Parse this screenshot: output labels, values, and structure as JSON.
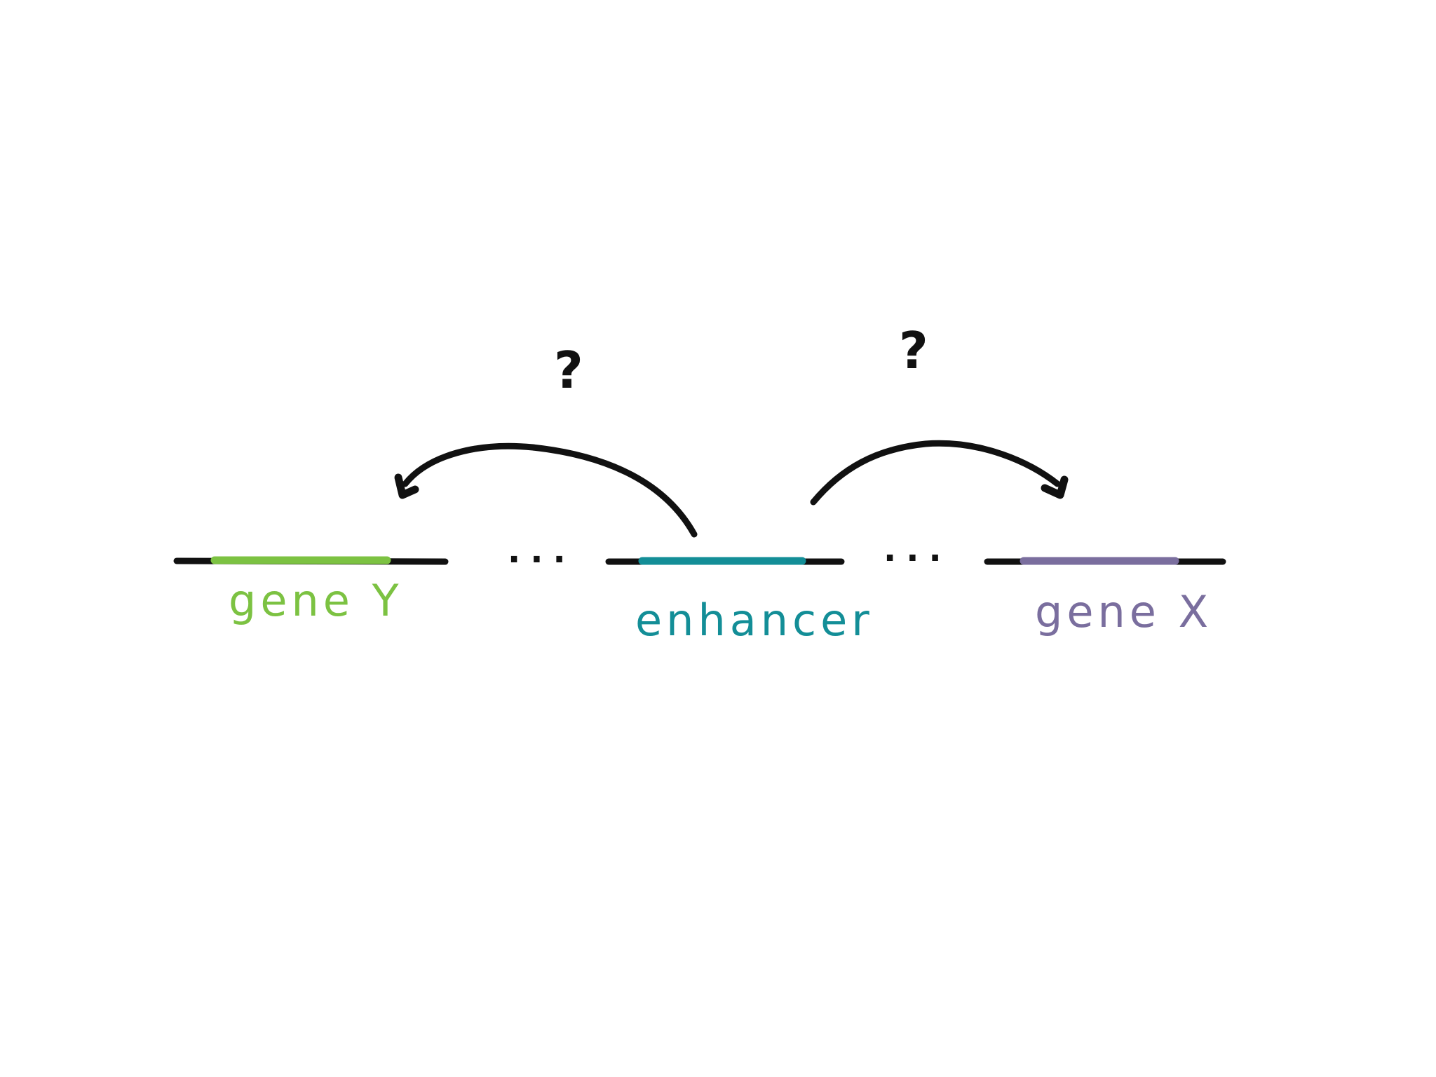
{
  "diagram": {
    "colors": {
      "dna": "#111111",
      "gene_y": "#7cc242",
      "enhancer": "#138e97",
      "gene_x": "#7a6e9e",
      "arrow": "#111111",
      "background": "#ffffff"
    },
    "segments": [
      {
        "id": "gene_y",
        "label": "gene Y"
      },
      {
        "id": "enhancer",
        "label": "enhancer"
      },
      {
        "id": "gene_x",
        "label": "gene X"
      }
    ],
    "gaps": [
      {
        "text": "..."
      },
      {
        "text": "..."
      }
    ],
    "arrows": [
      {
        "from": "enhancer",
        "to": "gene_y",
        "annotation": "?"
      },
      {
        "from": "enhancer",
        "to": "gene_x",
        "annotation": "?"
      }
    ]
  }
}
